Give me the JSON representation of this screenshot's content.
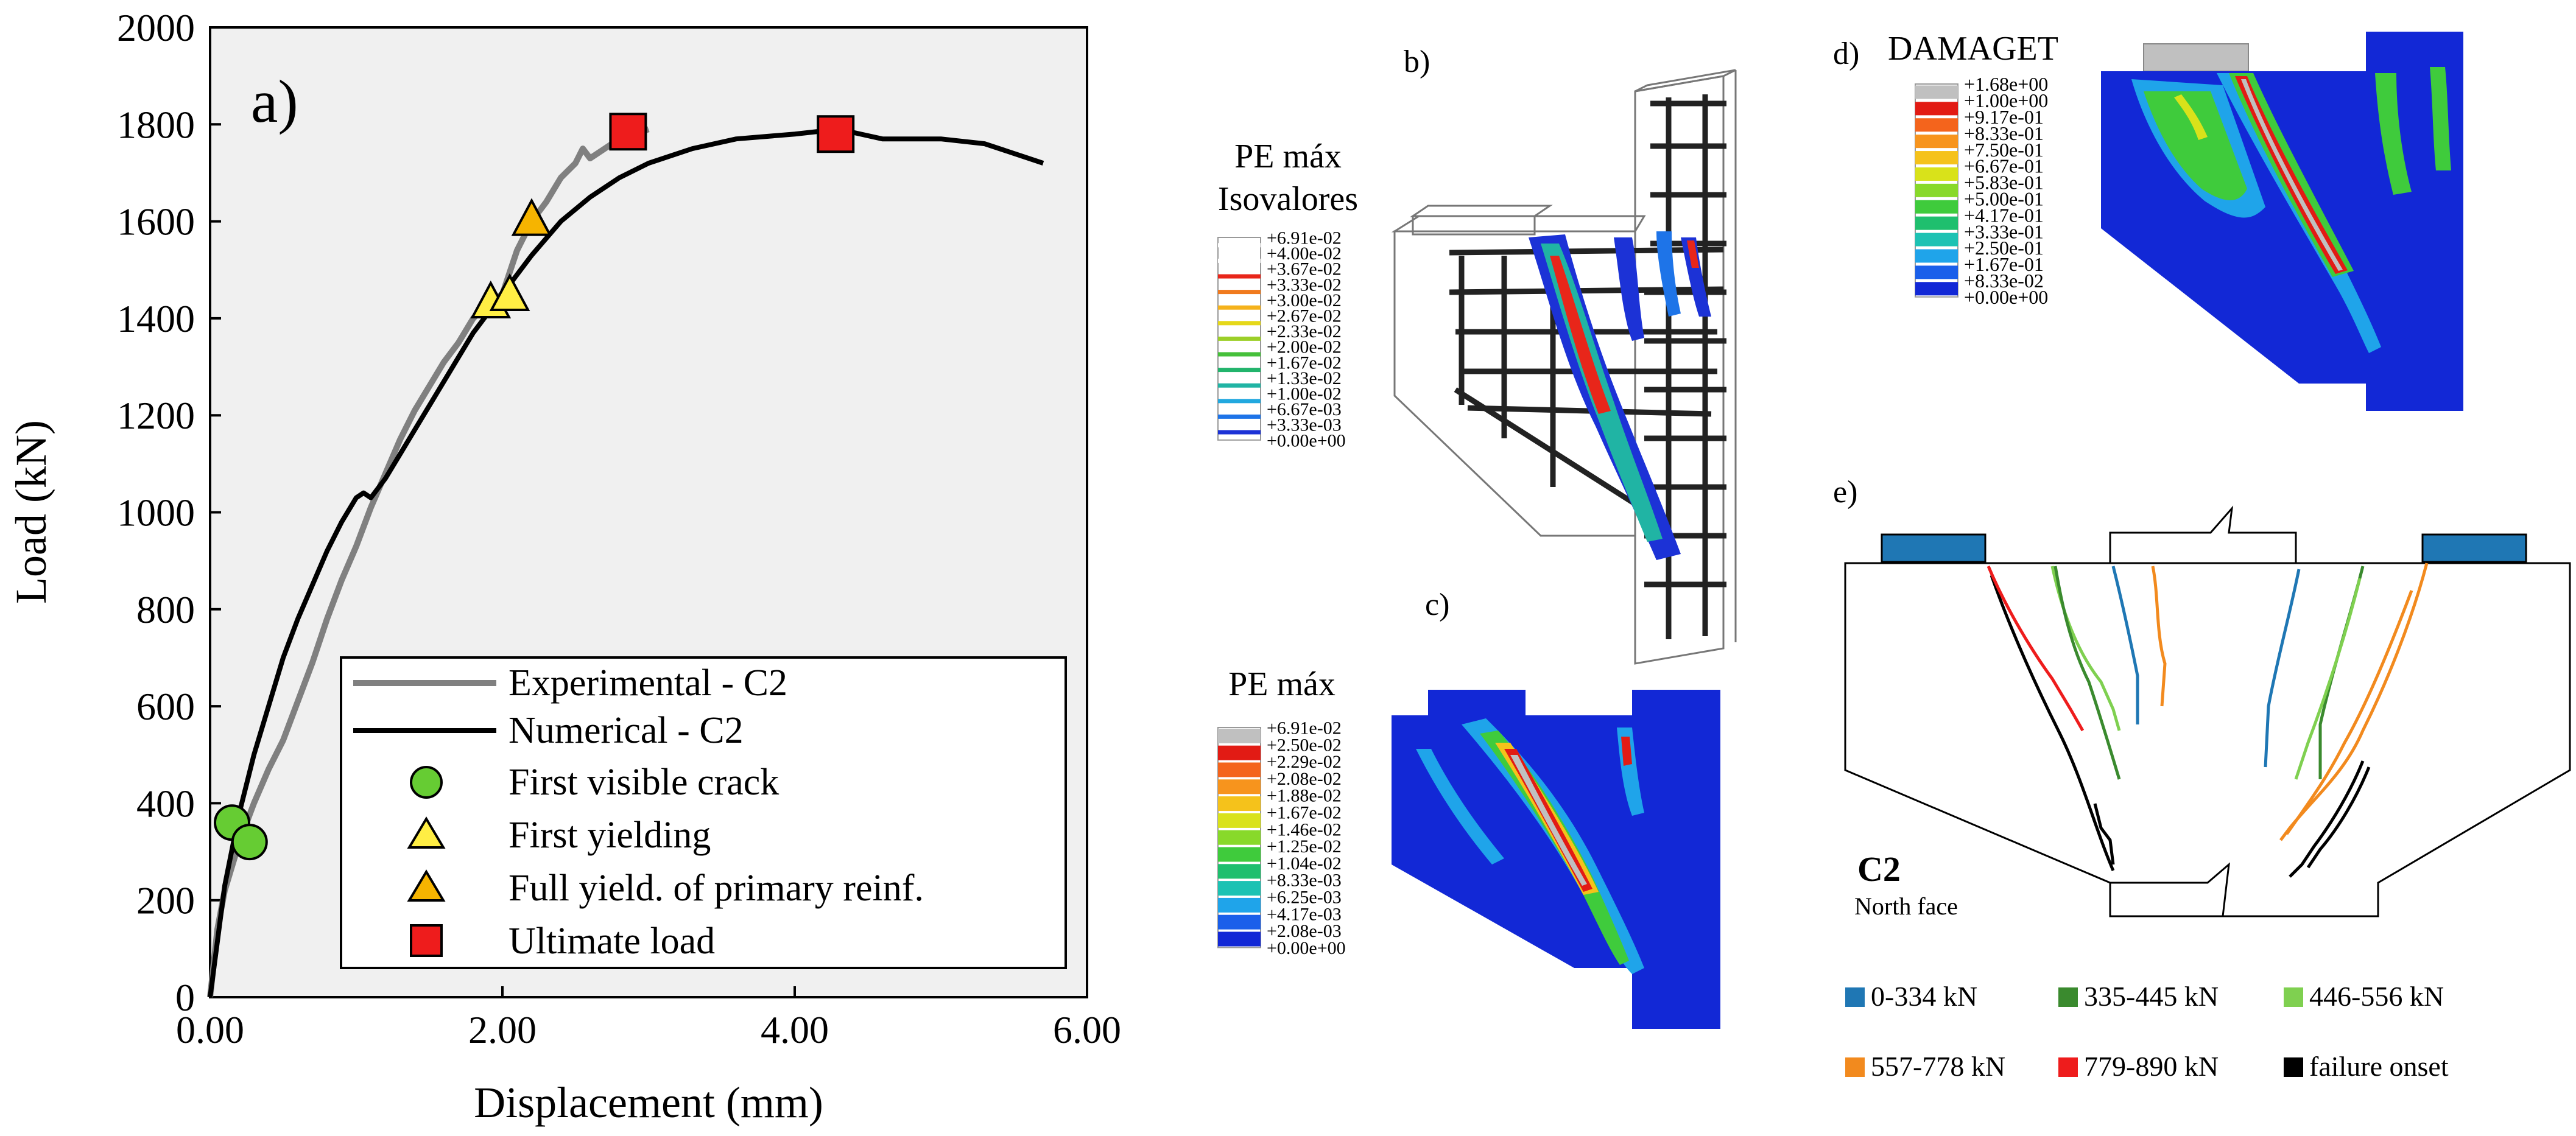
{
  "chart_data": {
    "type": "line",
    "panel_label": "a)",
    "xlabel": "Displacement (mm)",
    "ylabel": "Load (kN)",
    "xlim": [
      0,
      6
    ],
    "ylim": [
      0,
      2000
    ],
    "x_ticks": [
      "0.00",
      "2.00",
      "4.00",
      "6.00"
    ],
    "x_tick_values": [
      0,
      2,
      4,
      6
    ],
    "y_ticks": [
      "0",
      "200",
      "400",
      "600",
      "800",
      "1000",
      "1200",
      "1400",
      "1600",
      "1800",
      "2000"
    ],
    "y_tick_values": [
      0,
      200,
      400,
      600,
      800,
      1000,
      1200,
      1400,
      1600,
      1800,
      2000
    ],
    "grid": false,
    "legend_position": "bottom-right",
    "series": [
      {
        "name": "Experimental - C2",
        "color": "#808080",
        "x": [
          0,
          0.05,
          0.1,
          0.2,
          0.3,
          0.4,
          0.5,
          0.6,
          0.7,
          0.8,
          0.9,
          1.0,
          1.1,
          1.2,
          1.3,
          1.4,
          1.5,
          1.6,
          1.7,
          1.8,
          1.9,
          2.0,
          2.1,
          2.2,
          2.3,
          2.4,
          2.5,
          2.55,
          2.6,
          2.7,
          2.8,
          2.9,
          3.0
        ],
        "y": [
          0,
          140,
          220,
          320,
          400,
          470,
          530,
          610,
          690,
          780,
          860,
          930,
          1010,
          1080,
          1150,
          1210,
          1260,
          1310,
          1350,
          1400,
          1430,
          1450,
          1540,
          1600,
          1640,
          1690,
          1720,
          1750,
          1730,
          1750,
          1770,
          1780,
          1790
        ]
      },
      {
        "name": "Numerical - C2",
        "color": "#000000",
        "x": [
          0,
          0.1,
          0.2,
          0.3,
          0.4,
          0.5,
          0.6,
          0.7,
          0.8,
          0.9,
          1.0,
          1.05,
          1.1,
          1.2,
          1.3,
          1.4,
          1.5,
          1.6,
          1.7,
          1.8,
          2.0,
          2.2,
          2.4,
          2.6,
          2.8,
          3.0,
          3.3,
          3.6,
          4.0,
          4.3,
          4.6,
          5.0,
          5.3,
          5.7
        ],
        "y": [
          0,
          230,
          380,
          500,
          600,
          700,
          780,
          850,
          920,
          980,
          1030,
          1040,
          1030,
          1070,
          1120,
          1170,
          1220,
          1270,
          1320,
          1370,
          1450,
          1530,
          1600,
          1650,
          1690,
          1720,
          1750,
          1770,
          1780,
          1790,
          1770,
          1770,
          1760,
          1720
        ]
      }
    ],
    "markers": [
      {
        "name": "First visible crack",
        "shape": "circle",
        "color": "#66cc33",
        "points": [
          [
            0.15,
            360
          ],
          [
            0.27,
            320
          ]
        ]
      },
      {
        "name": "First yielding",
        "shape": "triangle",
        "color": "#ffee44",
        "points": [
          [
            1.92,
            1430
          ],
          [
            2.05,
            1445
          ]
        ]
      },
      {
        "name": "Full yield. of primary reinf.",
        "shape": "triangle",
        "color": "#f6b400",
        "points": [
          [
            2.2,
            1600
          ]
        ]
      },
      {
        "name": "Ultimate load",
        "shape": "square",
        "color": "#ee1c1c",
        "points": [
          [
            2.86,
            1785
          ],
          [
            4.28,
            1780
          ]
        ]
      }
    ]
  },
  "panel_b": {
    "label": "b)",
    "legend_title": [
      "PE máx",
      "Isovalores"
    ],
    "legend_values": [
      "+6.91e-02",
      "+4.00e-02",
      "+3.67e-02",
      "+3.33e-02",
      "+3.00e-02",
      "+2.67e-02",
      "+2.33e-02",
      "+2.00e-02",
      "+1.67e-02",
      "+1.33e-02",
      "+1.00e-02",
      "+6.67e-03",
      "+3.33e-03",
      "+0.00e+00"
    ],
    "legend_colors": [
      "#ffffff",
      "#ffffff",
      "#e8261a",
      "#f07a1e",
      "#f5b21c",
      "#e5d81a",
      "#9ccf28",
      "#46c03a",
      "#22b46c",
      "#20b4a4",
      "#21a8df",
      "#1e74e8",
      "#1c32d6",
      "#ffffff"
    ]
  },
  "panel_c": {
    "label": "c)",
    "legend_title": "PE máx",
    "legend_values": [
      "+6.91e-02",
      "+2.50e-02",
      "+2.29e-02",
      "+2.08e-02",
      "+1.88e-02",
      "+1.67e-02",
      "+1.46e-02",
      "+1.25e-02",
      "+1.04e-02",
      "+8.33e-03",
      "+6.25e-03",
      "+4.17e-03",
      "+2.08e-03",
      "+0.00e+00"
    ],
    "legend_colors": [
      "#c0c0c0",
      "#e21b14",
      "#f4641c",
      "#f7941d",
      "#f5c21b",
      "#d9e21a",
      "#88d92a",
      "#3fcb3c",
      "#1fbf6e",
      "#1cc2b3",
      "#1fa4ea",
      "#1a5fea",
      "#1228d6"
    ]
  },
  "panel_d": {
    "label": "d)",
    "legend_title": "DAMAGET",
    "legend_values": [
      "+1.68e+00",
      "+1.00e+00",
      "+9.17e-01",
      "+8.33e-01",
      "+7.50e-01",
      "+6.67e-01",
      "+5.83e-01",
      "+5.00e-01",
      "+4.17e-01",
      "+3.33e-01",
      "+2.50e-01",
      "+1.67e-01",
      "+8.33e-02",
      "+0.00e+00"
    ],
    "legend_colors": [
      "#c0c0c0",
      "#e21b14",
      "#f4641c",
      "#f7941d",
      "#f5c21b",
      "#d9e21a",
      "#88d92a",
      "#3fcb3c",
      "#1fbf6e",
      "#1cc2b3",
      "#1fa4ea",
      "#1a5fea",
      "#1228d6"
    ]
  },
  "panel_e": {
    "label": "e)",
    "specimen": "C2",
    "face": "North face",
    "legend": [
      {
        "label": "0-334 kN",
        "color": "#1f77b4"
      },
      {
        "label": "335-445 kN",
        "color": "#3a8a2e"
      },
      {
        "label": "446-556 kN",
        "color": "#7fd050"
      },
      {
        "label": "557-778 kN",
        "color": "#f28a1e"
      },
      {
        "label": "779-890 kN",
        "color": "#ee1c1c"
      },
      {
        "label": "failure onset",
        "color": "#000000"
      }
    ]
  }
}
